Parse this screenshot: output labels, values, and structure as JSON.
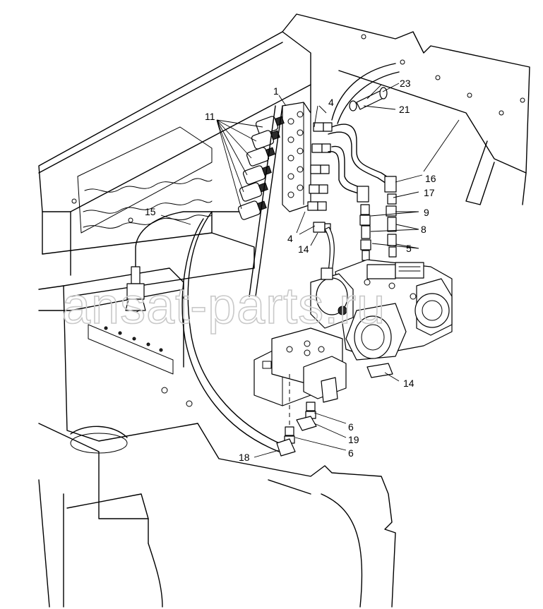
{
  "watermark": "ansat-parts.ru",
  "callouts": {
    "c1": "1",
    "c4a": "4",
    "c4b": "4",
    "c5": "5",
    "c6a": "6",
    "c6b": "6",
    "c8": "8",
    "c9": "9",
    "c11": "11",
    "c14a": "14",
    "c14b": "14",
    "c15": "15",
    "c16": "16",
    "c17": "17",
    "c18": "18",
    "c19": "19",
    "c21": "21",
    "c23": "23"
  }
}
